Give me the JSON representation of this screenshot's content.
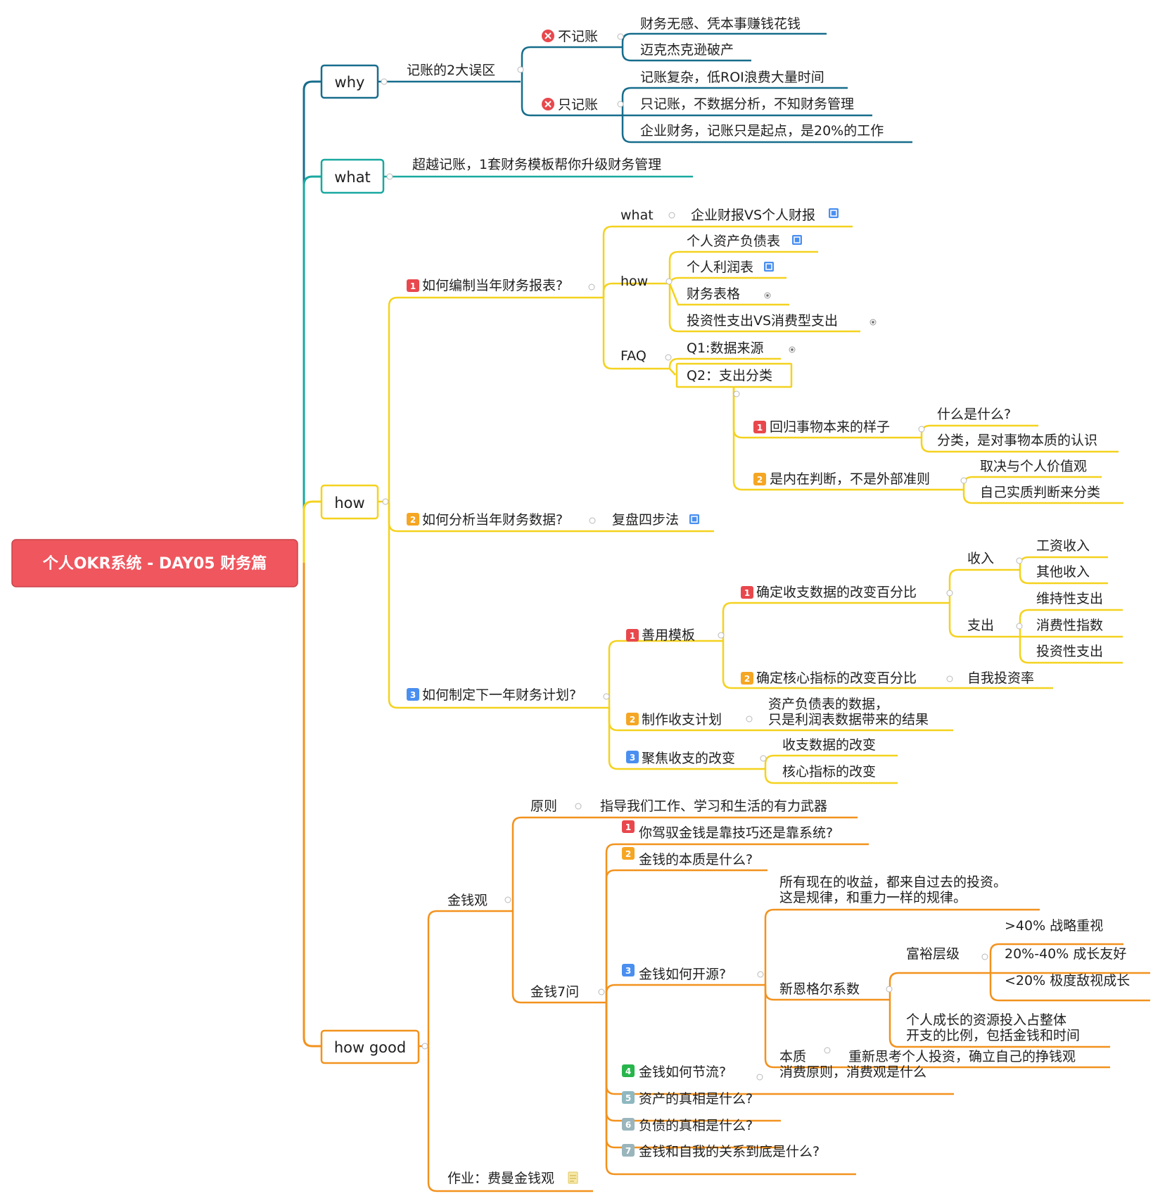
{
  "colors": {
    "root": "#f0565e",
    "why": "#176d8c",
    "what": "#19a8a0",
    "how": "#f4d21f",
    "how_good": "#f2921e",
    "marker_red": "#e8484d",
    "marker_orange": "#f5a623",
    "marker_blue": "#4a8ff0",
    "marker_green": "#28b54c",
    "marker_teal": "#8fb8c0",
    "marker_gray": "#9ab5bc"
  },
  "root": {
    "label": "个人OKR系统 - DAY05 财务篇"
  },
  "why": {
    "label": "why",
    "misconceptions": {
      "label": "记账的2大误区",
      "no_bookkeeping": {
        "label": "不记账",
        "items": [
          "财务无感、凭本事赚钱花钱",
          "迈克杰克逊破产"
        ]
      },
      "only_bookkeeping": {
        "label": "只记账",
        "items": [
          "记账复杂，低ROI浪费大量时间",
          "只记账，不数据分析，不知财务管理",
          "企业财务，记账只是起点，是20%的工作"
        ]
      }
    }
  },
  "what": {
    "label": "what",
    "items": [
      "超越记账，1套财务模板帮你升级财务管理"
    ]
  },
  "how": {
    "label": "how",
    "q1": {
      "label": "如何编制当年财务报表?",
      "what": {
        "label": "what",
        "item": "企业财报VS个人财报"
      },
      "how": {
        "label": "how",
        "items": [
          "个人资产负债表",
          "个人利润表",
          "财务表格",
          "投资性支出VS消费型支出"
        ]
      },
      "faq": {
        "label": "FAQ",
        "q1": "Q1:数据来源",
        "q2": "Q2：支出分类",
        "p1": {
          "label": "回归事物本来的样子",
          "items": [
            "什么是什么?",
            "分类，是对事物本质的认识"
          ]
        },
        "p2": {
          "label": "是内在判断，不是外部准则",
          "items": [
            "取决与个人价值观",
            "自己实质判断来分类"
          ]
        }
      }
    },
    "q2": {
      "label": "如何分析当年财务数据?",
      "item": "复盘四步法"
    },
    "q3": {
      "label": "如何制定下一年财务计划?",
      "template": {
        "label": "善用模板",
        "s1": {
          "label": "确定收支数据的改变百分比",
          "income": {
            "label": "收入",
            "items": [
              "工资收入",
              "其他收入"
            ]
          },
          "expense": {
            "label": "支出",
            "items": [
              "维持性支出",
              "消费性指数",
              "投资性支出"
            ]
          }
        },
        "s2": {
          "label": "确定核心指标的改变百分比",
          "item": "自我投资率"
        }
      },
      "plan": {
        "label": "制作收支计划",
        "item_line1": "资产负债表的数据，",
        "item_line2": "只是利润表数据带来的结果"
      },
      "focus": {
        "label": "聚焦收支的改变",
        "items": [
          "收支数据的改变",
          "核心指标的改变"
        ]
      }
    }
  },
  "how_good": {
    "label": "how good",
    "money_view": {
      "label": "金钱观",
      "principle": {
        "label": "原则",
        "item": "指导我们工作、学习和生活的有力武器"
      },
      "seven": {
        "label": "金钱7问",
        "q1": "你驾驭金钱是靠技巧还是靠系统?",
        "q2": "金钱的本质是什么?",
        "q3": {
          "label": "金钱如何开源?",
          "quote_line1": "所有现在的收益，都来自过去的投资。",
          "quote_line2": "这是规律，和重力一样的规律。",
          "engel": {
            "label": "新恩格尔系数",
            "wealth": {
              "label": "富裕层级",
              "items": [
                ">40% 战略重视",
                "20%-40% 成长友好",
                "<20% 极度敌视成长"
              ]
            },
            "def_line1": "个人成长的资源投入占整体",
            "def_line2": "开支的比例，包括金钱和时间"
          },
          "essence": {
            "label": "本质",
            "item": "重新思考个人投资，确立自己的挣钱观"
          }
        },
        "q4": {
          "label": "金钱如何节流?",
          "item": "消费原则，消费观是什么"
        },
        "q5": "资产的真相是什么?",
        "q6": "负债的真相是什么?",
        "q7": "金钱和自我的关系到底是什么?"
      }
    },
    "homework": "作业：费曼金钱观"
  }
}
